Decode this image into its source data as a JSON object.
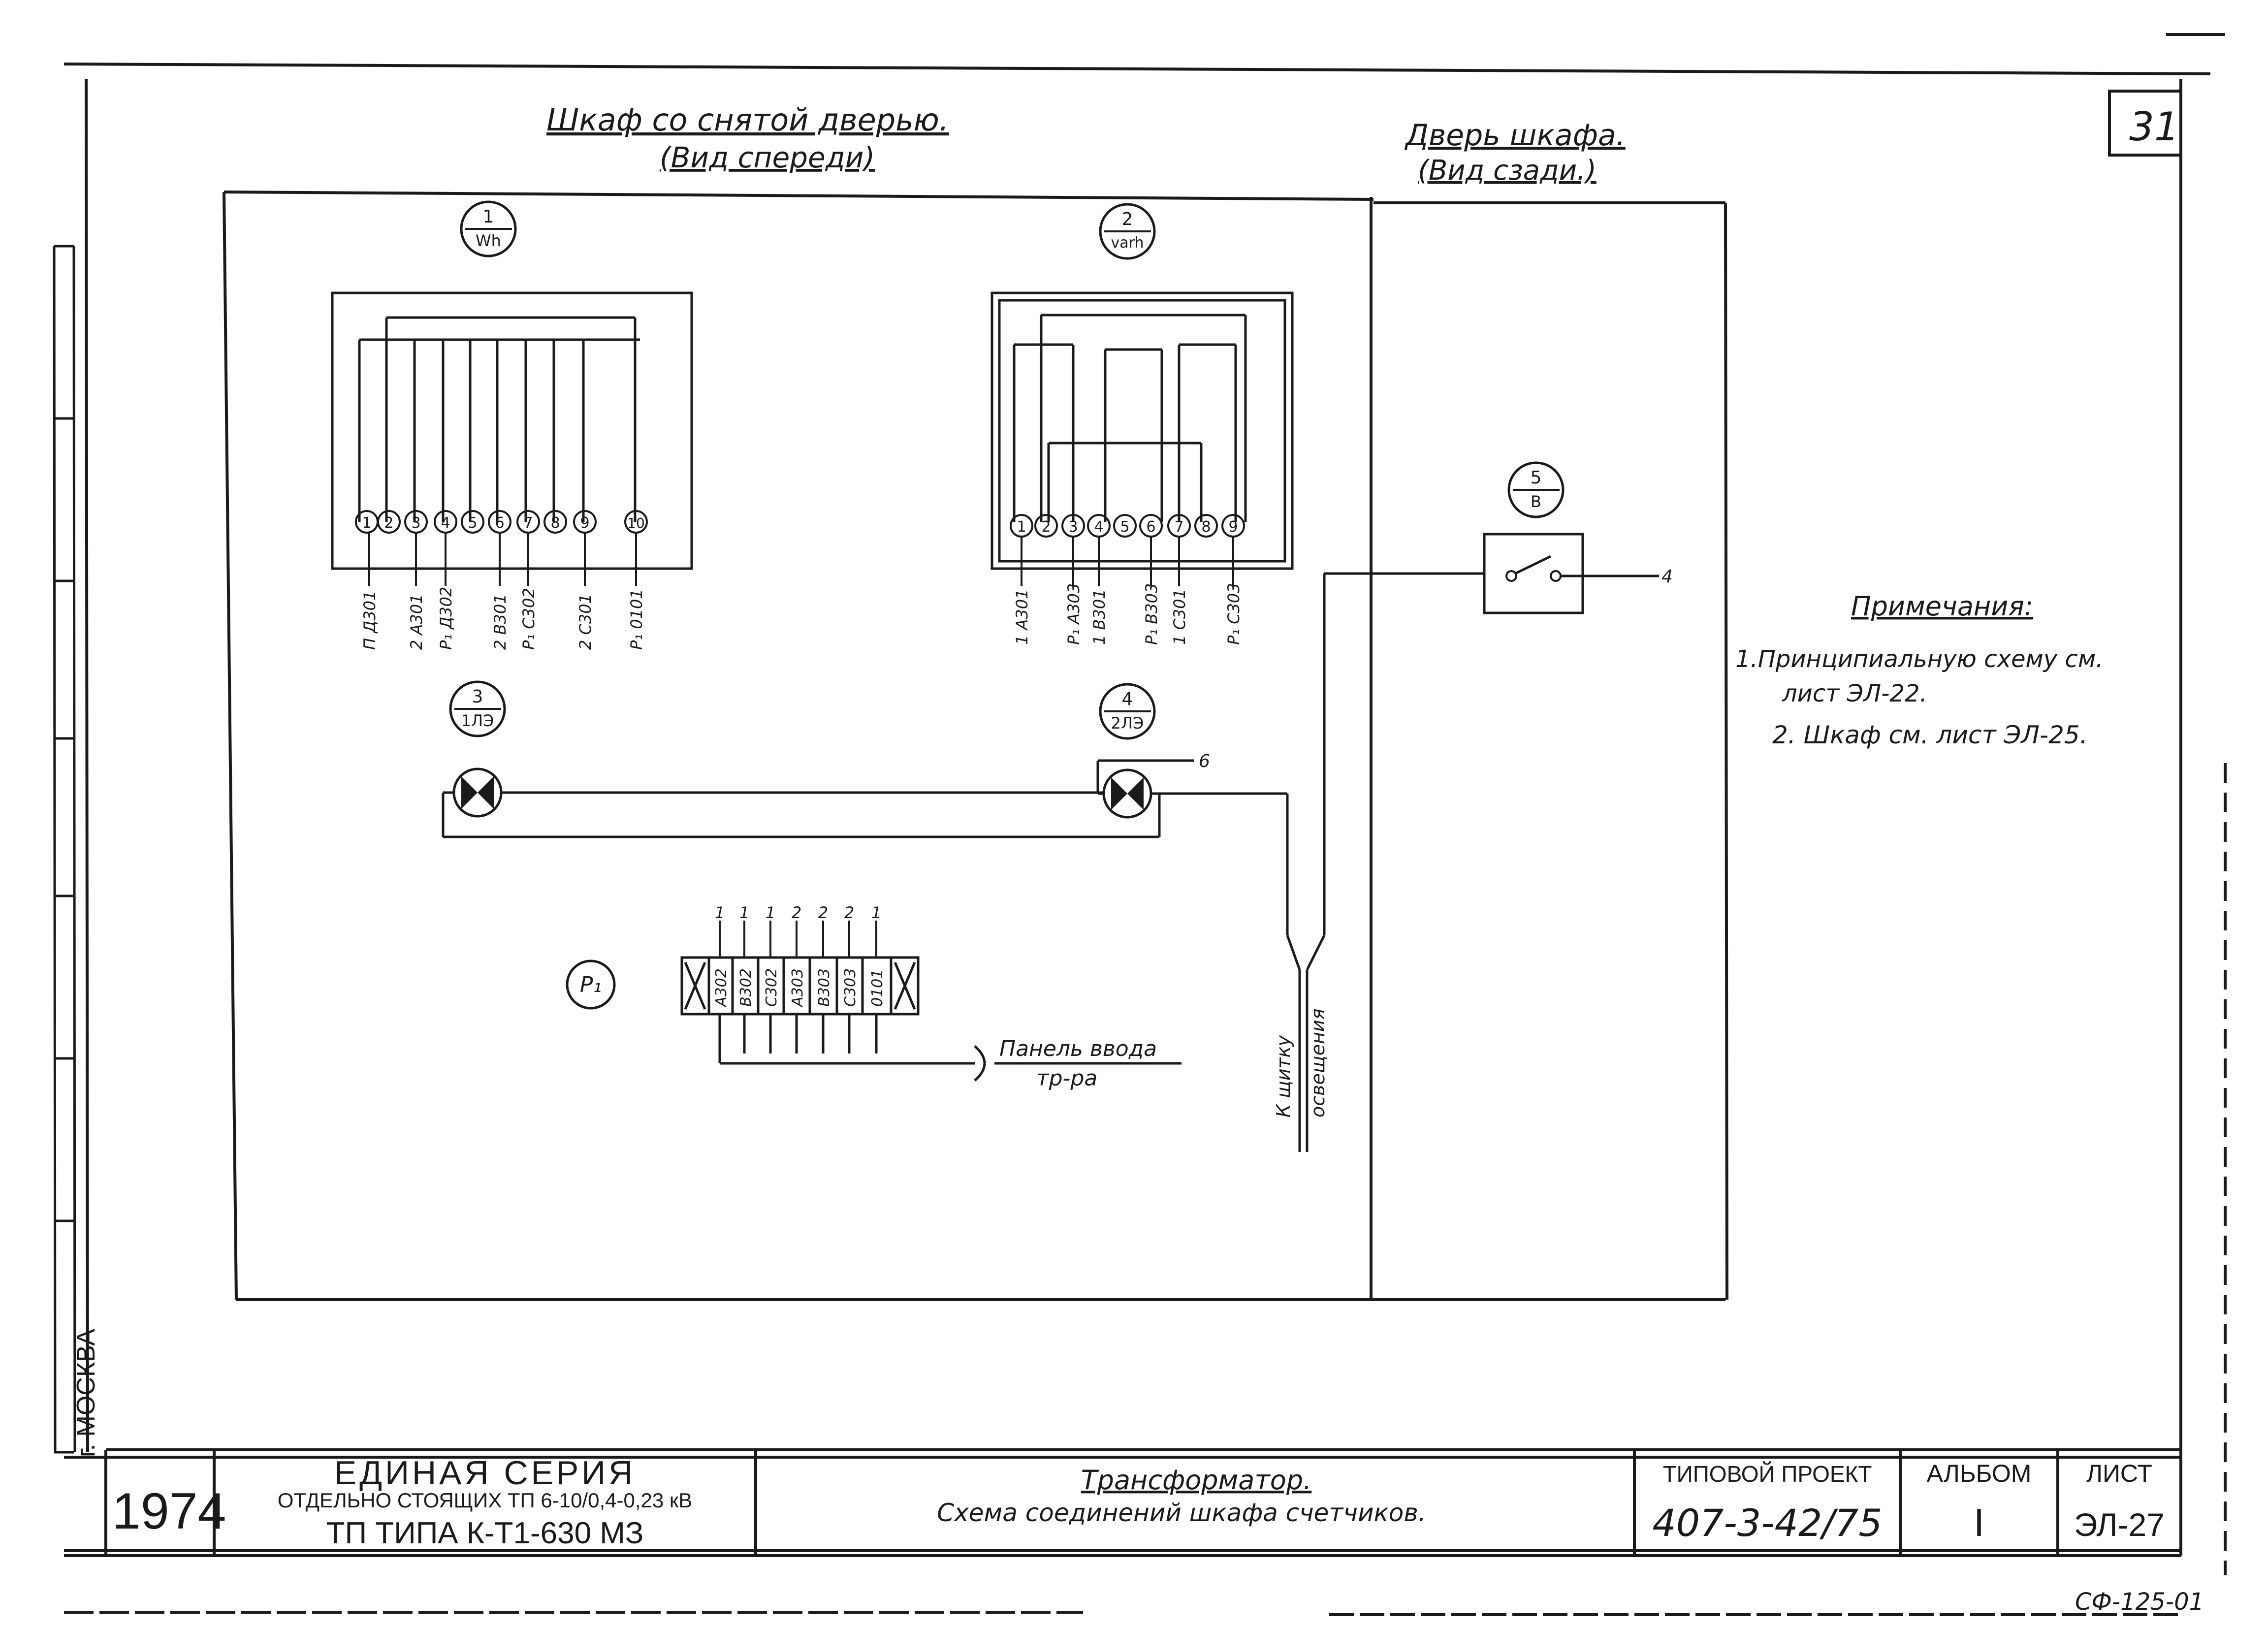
{
  "sheet_number": "31",
  "cabinet_view": {
    "title": "Шкаф со снятой дверью.",
    "subtitle": "(Вид спереди)"
  },
  "door_view": {
    "title": "Дверь шкафа.",
    "subtitle": "(Вид сзади.)"
  },
  "meter1": {
    "tag_num": "1",
    "tag_sub": "Wh",
    "terminals": [
      "1",
      "2",
      "3",
      "4",
      "5",
      "6",
      "7",
      "8",
      "9",
      "10"
    ],
    "wire_labels": [
      "П  Д301",
      "2  А301",
      "Р₁ Д302",
      "2  В301",
      "Р₁ С302",
      "2  С301",
      "Р₁ 0101"
    ]
  },
  "meter2": {
    "tag_num": "2",
    "tag_sub": "varh",
    "terminals": [
      "1",
      "2",
      "3",
      "4",
      "5",
      "6",
      "7",
      "8",
      "9"
    ],
    "wire_labels": [
      "1  А301",
      "Р₁ А303",
      "1  В301",
      "Р₁ В303",
      "1  С301",
      "Р₁ С303"
    ]
  },
  "lamp3": {
    "tag_num": "3",
    "tag_sub": "1ЛЭ"
  },
  "lamp4": {
    "tag_num": "4",
    "tag_sub": "2ЛЭ"
  },
  "lamp_wire_label": "6",
  "switch5": {
    "tag_num": "5",
    "tag_sub": "В",
    "wire_label": "4"
  },
  "terminal_block": {
    "tag": "Р₁",
    "top_labels": [
      "1",
      "1",
      "1",
      "2",
      "2",
      "2",
      "1"
    ],
    "cells": [
      "А302",
      "В302",
      "С302",
      "А303",
      "В303",
      "С303",
      "0101"
    ],
    "feed_label_1": "Панель ввода",
    "feed_label_2": "тр-ра"
  },
  "lighting_label_1": "К щитку",
  "lighting_label_2": "освещения",
  "notes": {
    "heading": "Примечания:",
    "line1": "1.Принципиальную схему см.",
    "line2": "лист ЭЛ-22.",
    "line3": "2. Шкаф см. лист ЭЛ-25."
  },
  "side_label": "г. МОСКВА",
  "title_block": {
    "year": "1974",
    "series_title": "ЕДИНАЯ СЕРИЯ",
    "series_sub": "ОТДЕЛЬНО СТОЯЩИХ ТП 6-10/0,4-0,23 кВ",
    "tp_type": "ТП ТИПА К-Т1-630 МЗ",
    "drawing_title": "Трансформатор.",
    "drawing_subtitle": "Схема соединений шкафа счетчиков.",
    "project_label": "ТИПОВОЙ ПРОЕКТ",
    "project_number": "407-3-42/75",
    "album_label": "АЛЬБОМ",
    "album_value": "I",
    "sheet_label": "ЛИСТ",
    "sheet_value": "ЭЛ-27"
  },
  "archive_code": "СФ-125-01"
}
